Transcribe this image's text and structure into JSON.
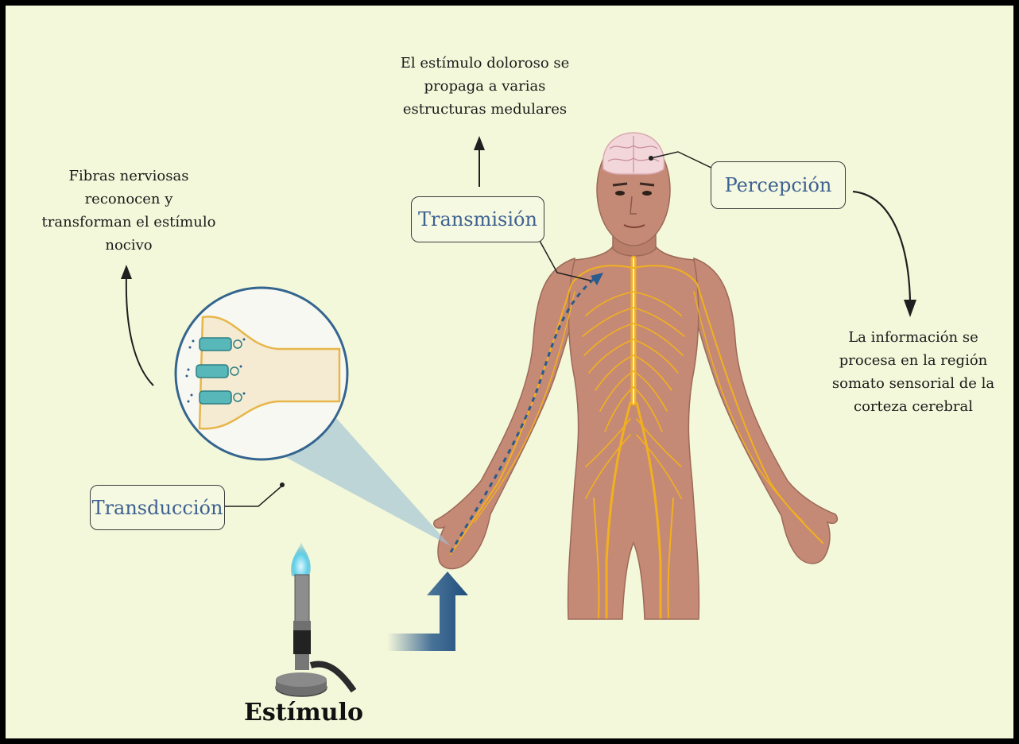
{
  "labels": {
    "transduccion": "Transducción",
    "transmision": "Transmisión",
    "percepcion": "Percepción",
    "estimulo": "Estímulo"
  },
  "notes": {
    "transduccion": [
      "Fibras nerviosas",
      "reconocen y",
      "transforman el estímulo",
      "nocivo"
    ],
    "transmision": [
      "El estímulo doloroso se",
      "propaga a varias",
      "estructuras medulares"
    ],
    "percepcion": [
      "La información se",
      "procesa en la región",
      "somato sensorial de la",
      "corteza cerebral"
    ]
  },
  "colors": {
    "background": "#f4f8da",
    "label_text": "#3d6190",
    "nerve": "#f2b01e",
    "skin": "#c48a76",
    "arrow_blue": "#2a5b8c",
    "receptor": "#58b7b9"
  },
  "icons": [
    "brain-icon",
    "bunsen-burner-icon",
    "receptor-icon"
  ]
}
